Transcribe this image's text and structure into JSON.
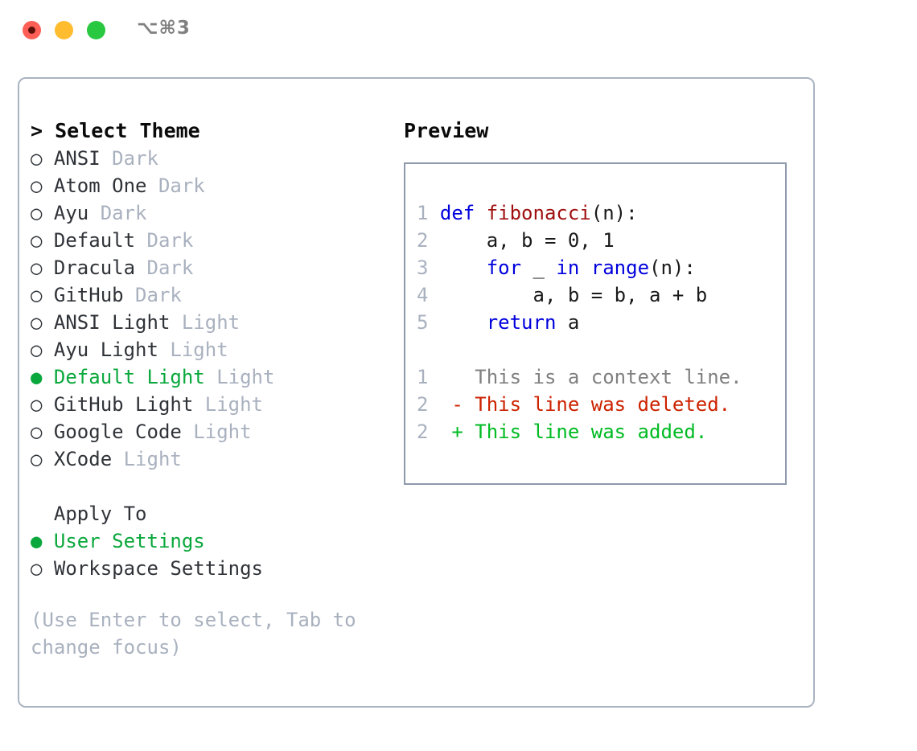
{
  "window": {
    "shortcut_title": "⌥⌘3",
    "traffic_lights": [
      "close-button",
      "minimize-button",
      "zoom-button"
    ]
  },
  "left": {
    "header": "> Select Theme",
    "themes": [
      {
        "bullet": "○",
        "name": "ANSI",
        "tag": "Dark",
        "selected": false
      },
      {
        "bullet": "○",
        "name": "Atom One",
        "tag": "Dark",
        "selected": false
      },
      {
        "bullet": "○",
        "name": "Ayu",
        "tag": "Dark",
        "selected": false
      },
      {
        "bullet": "○",
        "name": "Default",
        "tag": "Dark",
        "selected": false
      },
      {
        "bullet": "○",
        "name": "Dracula",
        "tag": "Dark",
        "selected": false
      },
      {
        "bullet": "○",
        "name": "GitHub",
        "tag": "Dark",
        "selected": false
      },
      {
        "bullet": "○",
        "name": "ANSI Light",
        "tag": "Light",
        "selected": false
      },
      {
        "bullet": "○",
        "name": "Ayu Light",
        "tag": "Light",
        "selected": false
      },
      {
        "bullet": "●",
        "name": "Default Light",
        "tag": "Light",
        "selected": true
      },
      {
        "bullet": "○",
        "name": "GitHub Light",
        "tag": "Light",
        "selected": false
      },
      {
        "bullet": "○",
        "name": "Google Code",
        "tag": "Light",
        "selected": false
      },
      {
        "bullet": "○",
        "name": "XCode",
        "tag": "Light",
        "selected": false
      }
    ],
    "apply_to": {
      "header": "  Apply To",
      "options": [
        {
          "bullet": "●",
          "name": "User Settings",
          "selected": true
        },
        {
          "bullet": "○",
          "name": "Workspace Settings",
          "selected": false
        }
      ]
    },
    "hint": "(Use Enter to select, Tab to change focus)"
  },
  "right": {
    "title": "Preview",
    "code_lines": [
      {
        "num": "1",
        "segments": [
          {
            "t": "def ",
            "c": "kw"
          },
          {
            "t": "fibonacci",
            "c": "fn"
          },
          {
            "t": "(n):",
            "c": "pl"
          }
        ]
      },
      {
        "num": "2",
        "segments": [
          {
            "t": "    a, b = 0, 1",
            "c": "pl"
          }
        ]
      },
      {
        "num": "3",
        "segments": [
          {
            "t": "    ",
            "c": "pl"
          },
          {
            "t": "for",
            "c": "kw"
          },
          {
            "t": " _ ",
            "c": "pl"
          },
          {
            "t": "in",
            "c": "kw"
          },
          {
            "t": " ",
            "c": "pl"
          },
          {
            "t": "range",
            "c": "kw"
          },
          {
            "t": "(n):",
            "c": "pl"
          }
        ]
      },
      {
        "num": "4",
        "segments": [
          {
            "t": "        a, b = b, a + b",
            "c": "pl"
          }
        ]
      },
      {
        "num": "5",
        "segments": [
          {
            "t": "    ",
            "c": "pl"
          },
          {
            "t": "return",
            "c": "kw"
          },
          {
            "t": " a",
            "c": "pl"
          }
        ]
      }
    ],
    "diff_lines": [
      {
        "num": "1",
        "marker": "  ",
        "text": "This is a context line.",
        "kind": "ctx"
      },
      {
        "num": "2",
        "marker": "- ",
        "text": "This line was deleted.",
        "kind": "del"
      },
      {
        "num": "2",
        "marker": "+ ",
        "text": "This line was added.",
        "kind": "add"
      }
    ]
  },
  "colors": {
    "accent_green": "#0aa83c",
    "muted": "#a9b1bf",
    "keyword_blue": "#0000dd",
    "function_red": "#a01010",
    "diff_delete": "#cc2200",
    "diff_add": "#00bb22",
    "panel_border": "#aab3c0",
    "preview_border": "#8e99ab"
  }
}
